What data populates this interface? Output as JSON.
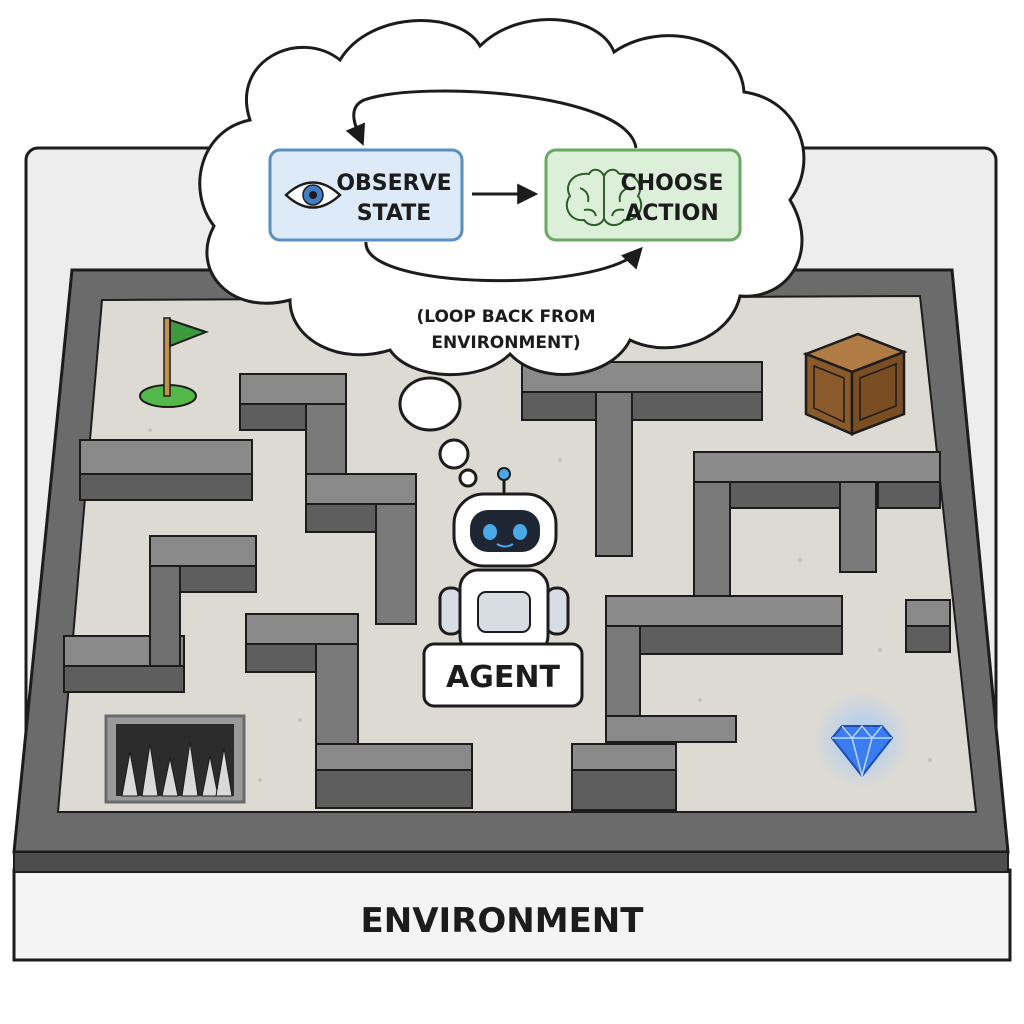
{
  "labels": {
    "observe_line1": "OBSERVE",
    "observe_line2": "STATE",
    "choose_line1": "CHOOSE",
    "choose_line2": "ACTION",
    "loop_line1": "(LOOP BACK FROM",
    "loop_line2": "ENVIRONMENT)",
    "agent": "AGENT",
    "environment": "ENVIRONMENT"
  },
  "colors": {
    "observe_fill": "#dcebf7",
    "observe_stroke": "#5a8fc0",
    "choose_fill": "#dcefd8",
    "choose_stroke": "#6aa864",
    "wall_top": "#8a8a8a",
    "wall_side": "#5e5e5e",
    "floor": "#dcdad3",
    "gem": "#3b7df0",
    "flag": "#3c9a3c",
    "crate": "#8a5a2b",
    "robot_eyes": "#49a8e8"
  },
  "icons": [
    "eye-icon",
    "brain-icon",
    "flag-icon",
    "crate-icon",
    "spike-trap-icon",
    "gem-icon",
    "robot-icon"
  ]
}
